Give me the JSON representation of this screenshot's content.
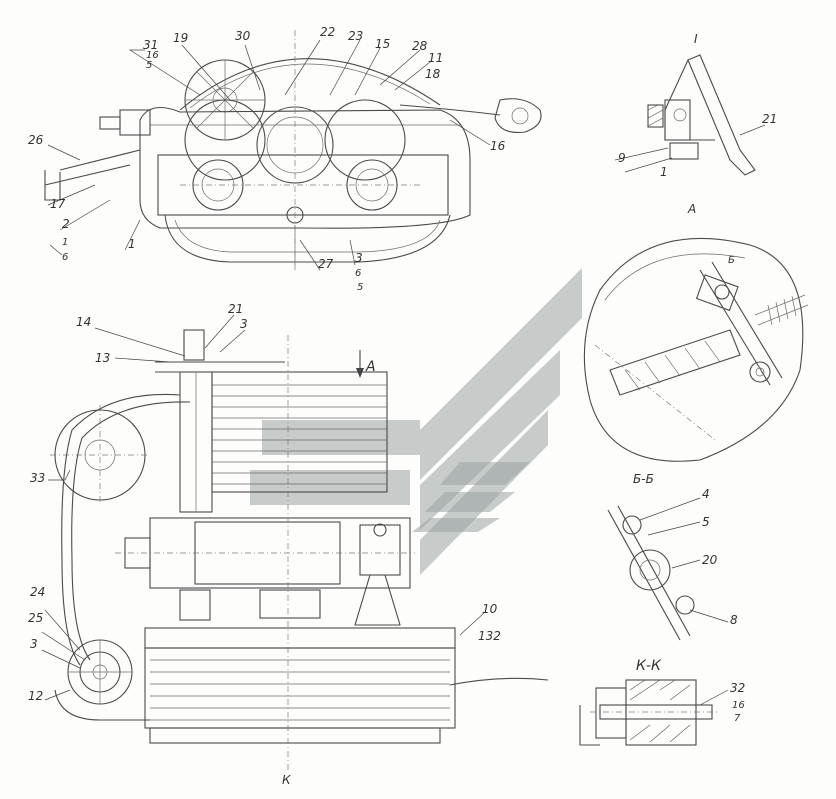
{
  "top_view_labels": [
    "31",
    "16",
    "5",
    "19",
    "30",
    "22",
    "23",
    "15",
    "28",
    "11",
    "18",
    "26",
    "17",
    "2",
    "1",
    "1",
    "6",
    "16",
    "27",
    "3",
    "6",
    "5"
  ],
  "detail_I": {
    "title": "I",
    "labels": [
      "21",
      "9",
      "1"
    ]
  },
  "detail_A": {
    "title": "A",
    "labels": [
      "Б"
    ],
    "section_mark": "Б-Б"
  },
  "main_view_labels": [
    "14",
    "13",
    "21",
    "3",
    "A",
    "33",
    "24",
    "25",
    "3",
    "12",
    "10",
    "132",
    "К"
  ],
  "detail_BB": {
    "labels": [
      "4",
      "5",
      "20",
      "8"
    ]
  },
  "detail_KK": {
    "title": "К-К",
    "labels": [
      "32",
      "16",
      "7"
    ]
  }
}
